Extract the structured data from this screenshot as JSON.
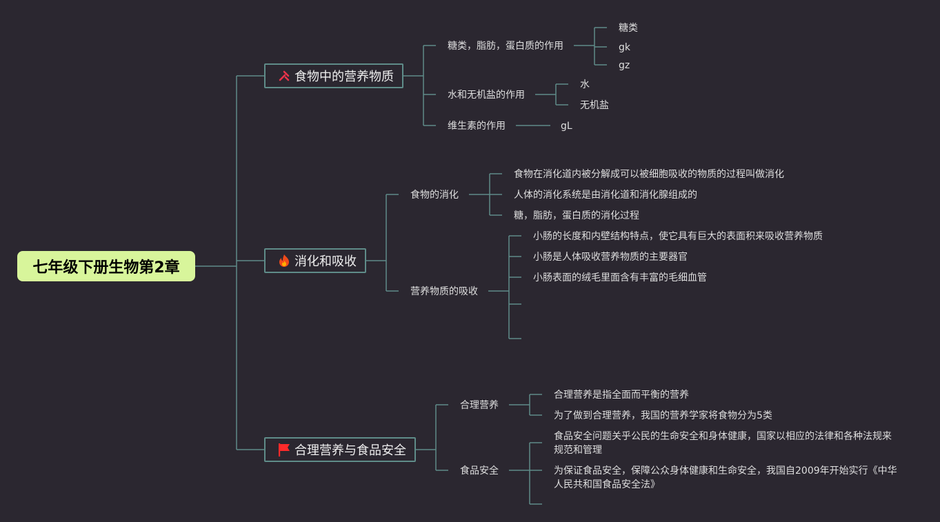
{
  "root": "七年级下册生物第2章",
  "colors": {
    "line": "#5f8c89",
    "root_bg": "#d8f59b",
    "bg": "#2b2730"
  },
  "topics": [
    {
      "label": "食物中的营养物质",
      "icon": "tools-icon",
      "children": [
        {
          "label": "糖类，脂肪，蛋白质的作用",
          "children": [
            "糖类",
            "gk",
            "gz"
          ]
        },
        {
          "label": "水和无机盐的作用",
          "children": [
            "水",
            "无机盐"
          ]
        },
        {
          "label": "维生素的作用",
          "children": [
            "gL"
          ]
        }
      ]
    },
    {
      "label": "消化和吸收",
      "icon": "fire-icon",
      "children": [
        {
          "label": "食物的消化",
          "children": [
            "食物在消化道内被分解成可以被细胞吸收的物质的过程叫做消化",
            "人体的消化系统是由消化道和消化腺组成的",
            "糖，脂肪，蛋白质的消化过程"
          ]
        },
        {
          "label": "营养物质的吸收",
          "children": [
            "小肠的长度和内壁结构特点，使它具有巨大的表面积来吸收营养物质",
            "小肠是人体吸收营养物质的主要器官",
            "小肠表面的绒毛里面含有丰富的毛细血管",
            "",
            ""
          ]
        }
      ]
    },
    {
      "label": "合理营养与食品安全",
      "icon": "flag-icon",
      "children": [
        {
          "label": "合理营养",
          "children": [
            "合理营养是指全面而平衡的营养",
            "为了做到合理营养，我国的营养学家将食物分为5类"
          ]
        },
        {
          "label": "食品安全",
          "children": [
            "食品安全问题关乎公民的生命安全和身体健康，国家以相应的法律和各种法规来规范和管理",
            "为保证食品安全，保障公众身体健康和生命安全，我国自2009年开始实行《中华人民共和国食品安全法》",
            ""
          ]
        }
      ]
    }
  ]
}
